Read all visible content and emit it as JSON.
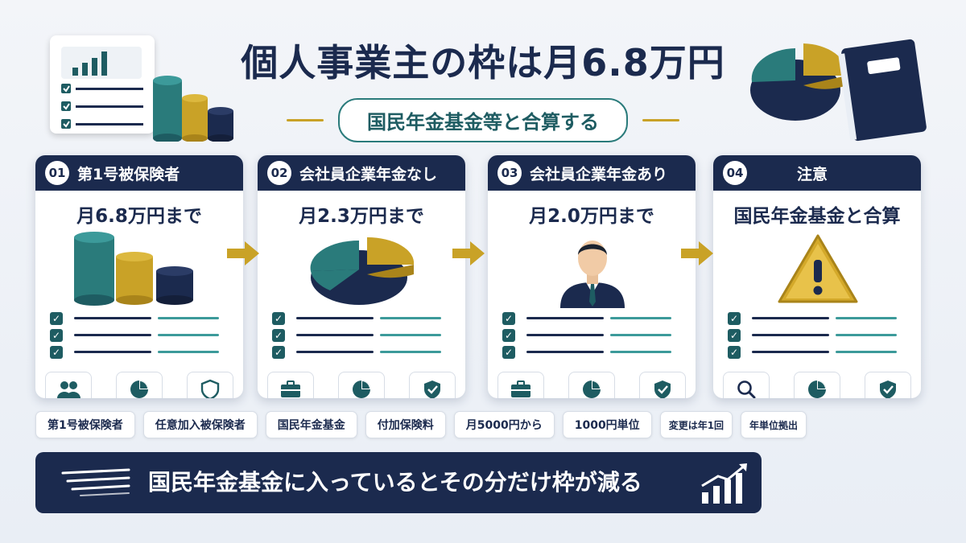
{
  "title": "個人事業主の枠は月6.8万円",
  "subtitle": "国民年金基金等と合算する",
  "cards": [
    {
      "num": "01",
      "heading": "第1号被保険者",
      "amount": "月6.8万円まで",
      "illustration": "cylinders-icon",
      "icons": [
        "people-icon",
        "pie-chart-icon",
        "shield-icon"
      ]
    },
    {
      "num": "02",
      "heading": "会社員企業年金なし",
      "amount": "月2.3万円まで",
      "illustration": "pie-chart-icon",
      "icons": [
        "briefcase-icon",
        "pie-chart-icon",
        "shield-check-icon"
      ]
    },
    {
      "num": "03",
      "heading": "会社員企業年金あり",
      "amount": "月2.0万円まで",
      "illustration": "businessman-icon",
      "icons": [
        "briefcase-icon",
        "pie-chart-icon",
        "shield-check-icon"
      ]
    },
    {
      "num": "04",
      "heading": "注意",
      "amount": "国民年金基金と合算",
      "illustration": "warning-icon",
      "icons": [
        "search-icon",
        "pie-chart-icon",
        "shield-check-icon"
      ]
    }
  ],
  "tags": [
    "第1号被保険者",
    "任意加入被保険者",
    "国民年金基金",
    "付加保険料",
    "月5000円から",
    "1000円単位",
    "変更は年1回",
    "年単位拠出"
  ],
  "banner": "国民年金基金に入っているとその分だけ枠が減る",
  "colors": {
    "navy": "#1b2a4e",
    "teal": "#2a7b7b",
    "gold": "#c9a227"
  }
}
